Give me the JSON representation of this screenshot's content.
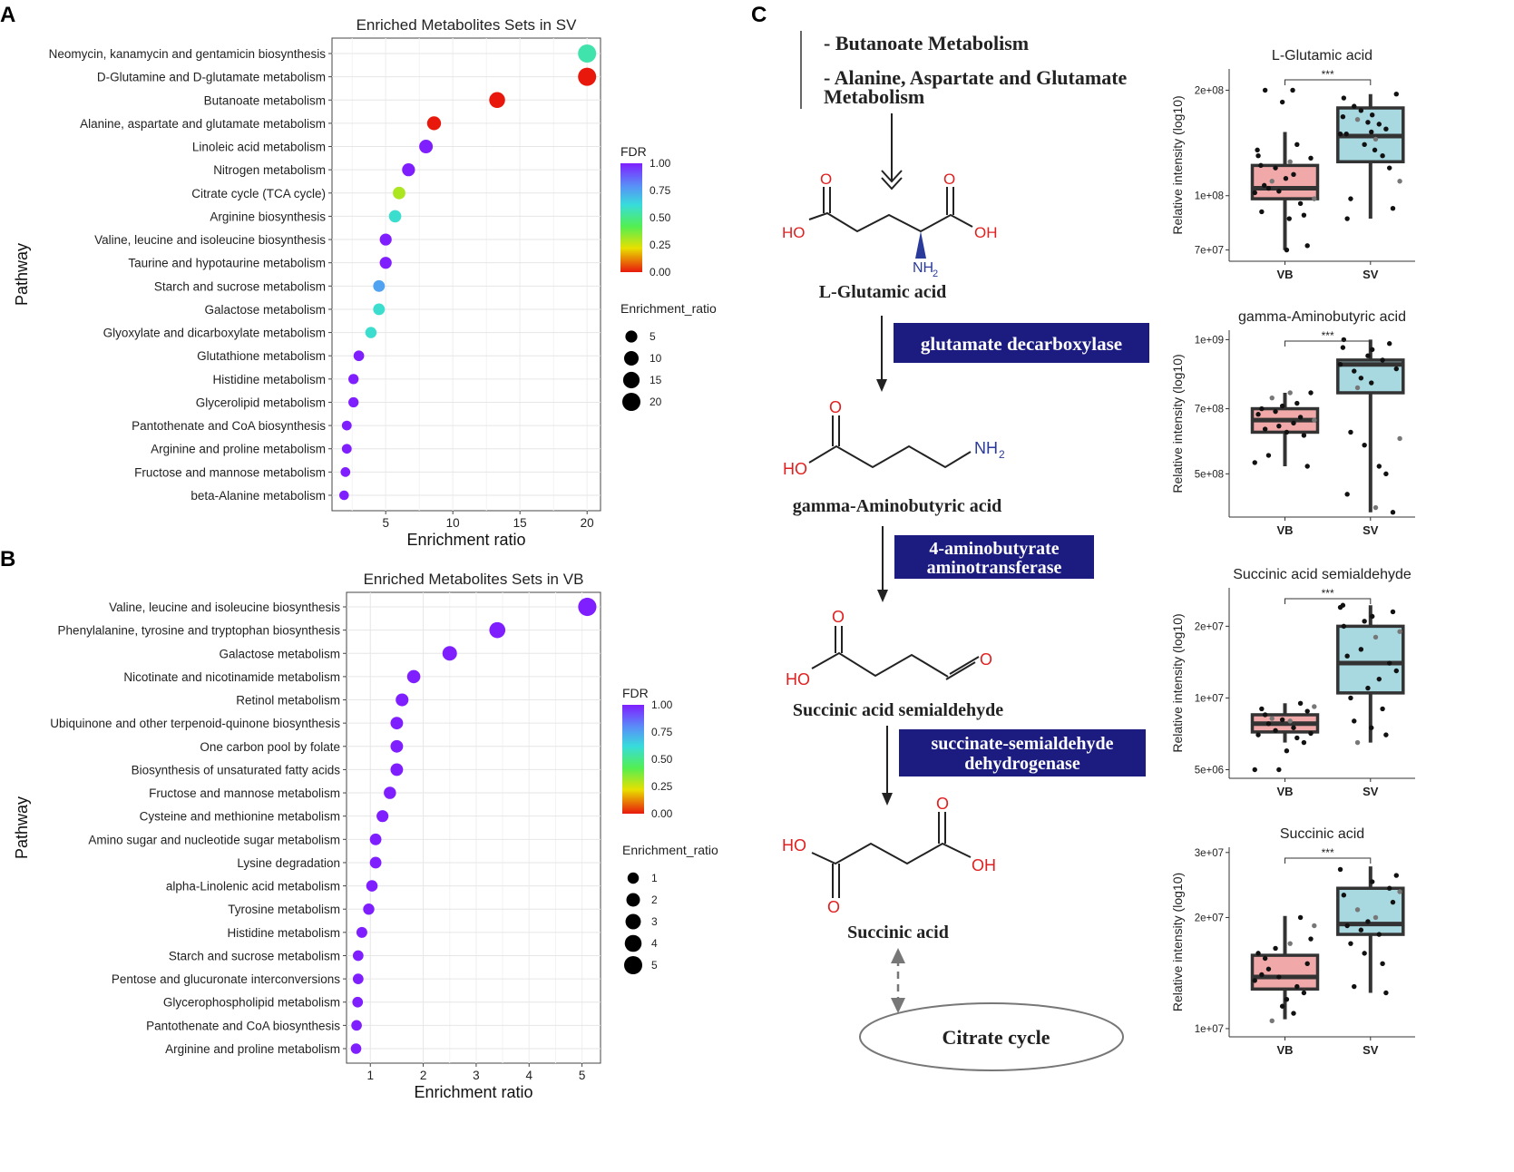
{
  "panel_labels": [
    "A",
    "B",
    "C"
  ],
  "chart_data": [
    {
      "id": "A",
      "type": "scatter",
      "title": "Enriched Metabolites Sets in SV",
      "xlabel": "Enrichment ratio",
      "ylabel": "Pathway",
      "xlim": [
        1,
        21
      ],
      "xticks": [
        5,
        10,
        15,
        20
      ],
      "grid": true,
      "categories": [
        "Neomycin, kanamycin and gentamicin biosynthesis",
        "D-Glutamine and D-glutamate metabolism",
        "Butanoate metabolism",
        "Alanine, aspartate and glutamate metabolism",
        "Linoleic acid metabolism",
        "Nitrogen metabolism",
        "Citrate cycle (TCA cycle)",
        "Arginine biosynthesis",
        "Valine, leucine and isoleucine biosynthesis",
        "Taurine and hypotaurine metabolism",
        "Starch and sucrose metabolism",
        "Galactose metabolism",
        "Glyoxylate and dicarboxylate metabolism",
        "Glutathione metabolism",
        "Histidine metabolism",
        "Glycerolipid metabolism",
        "Pantothenate and CoA biosynthesis",
        "Arginine and proline metabolism",
        "Fructose and mannose metabolism",
        "beta-Alanine metabolism"
      ],
      "x": [
        20,
        20,
        13.3,
        8.6,
        8.0,
        6.7,
        6.0,
        5.7,
        5.0,
        5.0,
        4.5,
        4.5,
        3.9,
        3.0,
        2.6,
        2.6,
        2.1,
        2.1,
        2.0,
        1.9
      ],
      "fdr": [
        0.55,
        0.0,
        0.0,
        0.0,
        1.0,
        1.0,
        0.3,
        0.6,
        1.0,
        1.0,
        0.75,
        0.6,
        0.6,
        1.0,
        1.0,
        1.0,
        1.0,
        1.0,
        1.0,
        1.0
      ],
      "fdr_legend": {
        "title": "FDR",
        "ticks": [
          "1.00",
          "0.75",
          "0.50",
          "0.25",
          "0.00"
        ]
      },
      "size_legend": {
        "title": "Enrichment_ratio",
        "values": [
          5,
          10,
          15,
          20
        ],
        "labels": [
          "5",
          "10",
          "15",
          "20"
        ]
      }
    },
    {
      "id": "B",
      "type": "scatter",
      "title": "Enriched Metabolites Sets in VB",
      "xlabel": "Enrichment ratio",
      "ylabel": "Pathway",
      "xlim": [
        0.55,
        5.35
      ],
      "xticks": [
        1,
        2,
        3,
        4,
        5
      ],
      "grid": true,
      "categories": [
        "Valine, leucine and isoleucine biosynthesis",
        "Phenylalanine, tyrosine and tryptophan biosynthesis",
        "Galactose metabolism",
        "Nicotinate and nicotinamide metabolism",
        "Retinol metabolism",
        "Ubiquinone and other terpenoid-quinone biosynthesis",
        "One carbon pool by folate",
        "Biosynthesis of unsaturated fatty acids",
        "Fructose and mannose metabolism",
        "Cysteine and methionine metabolism",
        "Amino sugar and nucleotide sugar metabolism",
        "Lysine degradation",
        "alpha-Linolenic acid metabolism",
        "Tyrosine metabolism",
        "Histidine metabolism",
        "Starch and sucrose metabolism",
        "Pentose and glucuronate interconversions",
        "Glycerophospholipid metabolism",
        "Pantothenate and CoA biosynthesis",
        "Arginine and proline metabolism"
      ],
      "x": [
        5.1,
        3.4,
        2.5,
        1.82,
        1.6,
        1.5,
        1.5,
        1.5,
        1.37,
        1.23,
        1.1,
        1.1,
        1.03,
        0.97,
        0.84,
        0.77,
        0.77,
        0.76,
        0.74,
        0.73
      ],
      "fdr": [
        1,
        1,
        1,
        1,
        1,
        1,
        1,
        1,
        1,
        1,
        1,
        1,
        1,
        1,
        1,
        1,
        1,
        1,
        1,
        1
      ],
      "fdr_legend": {
        "title": "FDR",
        "ticks": [
          "1.00",
          "0.75",
          "0.50",
          "0.25",
          "0.00"
        ]
      },
      "size_legend": {
        "title": "Enrichment_ratio",
        "values": [
          1,
          2,
          3,
          4,
          5
        ],
        "labels": [
          "1",
          "2",
          "3",
          "4",
          "5"
        ]
      }
    },
    {
      "id": "C1",
      "type": "box",
      "title": "L-Glutamic acid",
      "ylabel": "Relative intensity (log10)",
      "scale": "log",
      "ylim": [
        65000000.0,
        230000000.0
      ],
      "yticks": [
        70000000.0,
        100000000.0,
        200000000.0
      ],
      "ytick_labels": [
        "7e+07",
        "1e+08",
        "2e+08"
      ],
      "categories": [
        "VB",
        "SV"
      ],
      "significance": "***",
      "boxes": [
        {
          "group": "VB",
          "min": 70000000.0,
          "q1": 98000000.0,
          "median": 105000000.0,
          "q3": 122000000.0,
          "max": 152000000.0,
          "color": "#f0a8a8"
        },
        {
          "group": "SV",
          "min": 86000000.0,
          "q1": 125000000.0,
          "median": 148000000.0,
          "q3": 178000000.0,
          "max": 195000000.0,
          "color": "#a8d8e0"
        }
      ],
      "points": [
        [
          [
            102000000.0,
            70000000.0,
            130000000.0,
            125000000.0,
            90000000.0,
            115000000.0,
            200000000.0,
            140000000.0,
            105000000.0,
            95000000.0,
            110000000.0,
            88000000.0,
            120000000.0,
            72000000.0,
            103000000.0,
            128000000.0,
            185000000.0,
            98000000.0,
            112000000.0,
            135000000.0,
            86000000.0,
            122000000.0,
            200000000.0,
            107000000.0
          ]
        ],
        [
          [
            150000000.0,
            170000000.0,
            190000000.0,
            145000000.0,
            86000000.0,
            160000000.0,
            98000000.0,
            130000000.0,
            180000000.0,
            155000000.0,
            165000000.0,
            120000000.0,
            175000000.0,
            92000000.0,
            140000000.0,
            195000000.0,
            162000000.0,
            110000000.0,
            152000000.0,
            168000000.0,
            135000000.0,
            150000000.0
          ]
        ]
      ]
    },
    {
      "id": "C2",
      "type": "box",
      "title": "gamma-Aminobutyric acid",
      "ylabel": "Relative intensity (log10)",
      "scale": "log",
      "ylim": [
        400000000.0,
        1050000000.0
      ],
      "yticks": [
        500000000.0,
        700000000.0,
        1000000000.0
      ],
      "ytick_labels": [
        "5e+08",
        "7e+08",
        "1e+09"
      ],
      "categories": [
        "VB",
        "SV"
      ],
      "significance": "***",
      "boxes": [
        {
          "group": "VB",
          "min": 520000000.0,
          "q1": 620000000.0,
          "median": 660000000.0,
          "q3": 700000000.0,
          "max": 760000000.0,
          "color": "#f0a8a8"
        },
        {
          "group": "SV",
          "min": 410000000.0,
          "q1": 760000000.0,
          "median": 880000000.0,
          "q3": 900000000.0,
          "max": 1000000000.0,
          "color": "#a8d8e0"
        }
      ],
      "points": [
        [
          [
            530000000.0,
            620000000.0,
            680000000.0,
            760000000.0,
            700000000.0,
            650000000.0,
            630000000.0,
            720000000.0,
            550000000.0,
            670000000.0,
            740000000.0,
            610000000.0,
            690000000.0,
            520000000.0,
            640000000.0,
            760000000.0,
            710000000.0,
            660000000.0
          ]
        ],
        [
          [
            880000000.0,
            950000000.0,
            1000000000.0,
            420000000.0,
            450000000.0,
            520000000.0,
            620000000.0,
            900000000.0,
            850000000.0,
            500000000.0,
            780000000.0,
            980000000.0,
            820000000.0,
            410000000.0,
            580000000.0,
            860000000.0,
            920000000.0,
            600000000.0,
            800000000.0,
            960000000.0
          ]
        ]
      ]
    },
    {
      "id": "C3",
      "type": "box",
      "title": "Succinic acid semialdehyde",
      "ylabel": "Relative intensity (log10)",
      "scale": "log",
      "ylim": [
        4600000.0,
        29000000.0
      ],
      "yticks": [
        5000000.0,
        10000000.0,
        20000000.0
      ],
      "ytick_labels": [
        "5e+06",
        "1e+07",
        "2e+07"
      ],
      "categories": [
        "VB",
        "SV"
      ],
      "significance": "***",
      "boxes": [
        {
          "group": "VB",
          "min": 6500000.0,
          "q1": 7200000.0,
          "median": 7800000.0,
          "q3": 8500000.0,
          "max": 9500000.0,
          "color": "#f0a8a8"
        },
        {
          "group": "SV",
          "min": 6500000.0,
          "q1": 10500000.0,
          "median": 14000000.0,
          "q3": 20000000.0,
          "max": 24500000.0,
          "color": "#a8d8e0"
        }
      ],
      "points": [
        [
          [
            5000000.0,
            6000000.0,
            7000000.0,
            8000000.0,
            9000000.0,
            7500000.0,
            8500000.0,
            6800000.0,
            7800000.0,
            9500000.0,
            8200000.0,
            6500000.0,
            7300000.0,
            8800000.0,
            5000000.0,
            7100000.0,
            8100000.0,
            9200000.0
          ]
        ],
        [
          [
            24000000.0,
            22000000.0,
            20000000.0,
            18000000.0,
            15000000.0,
            12000000.0,
            10000000.0,
            9000000.0,
            8000000.0,
            7000000.0,
            6500000.0,
            14000000.0,
            16000000.0,
            23000000.0,
            21000000.0,
            13000000.0,
            11000000.0,
            19000000.0,
            7500000.0,
            24500000.0
          ]
        ]
      ]
    },
    {
      "id": "C4",
      "type": "box",
      "title": "Succinic acid",
      "ylabel": "Relative intensity (log10)",
      "scale": "log",
      "ylim": [
        9500000.0,
        31000000.0
      ],
      "yticks": [
        10000000.0,
        20000000.0,
        30000000.0
      ],
      "ytick_labels": [
        "1e+07",
        "2e+07",
        "3e+07"
      ],
      "categories": [
        "VB",
        "SV"
      ],
      "significance": "***",
      "boxes": [
        {
          "group": "VB",
          "min": 10600000.0,
          "q1": 12800000.0,
          "median": 13800000.0,
          "q3": 15800000.0,
          "max": 20200000.0,
          "color": "#f0a8a8"
        },
        {
          "group": "SV",
          "min": 12500000.0,
          "q1": 18000000.0,
          "median": 19200000.0,
          "q3": 24000000.0,
          "max": 27500000.0,
          "color": "#a8d8e0"
        }
      ],
      "points": [
        [
          [
            13500000.0,
            12000000.0,
            16000000.0,
            17000000.0,
            14000000.0,
            11000000.0,
            15500000.0,
            13000000.0,
            14500000.0,
            20000000.0,
            10500000.0,
            12500000.0,
            16500000.0,
            15000000.0,
            13800000.0,
            17500000.0,
            11500000.0,
            19000000.0
          ]
        ],
        [
          [
            27000000.0,
            25000000.0,
            23000000.0,
            20000000.0,
            19000000.0,
            18000000.0,
            17000000.0,
            15000000.0,
            13000000.0,
            12500000.0,
            21000000.0,
            24000000.0,
            18500000.0,
            22000000.0,
            16000000.0,
            26000000.0,
            19500000.0,
            23500000.0
          ]
        ]
      ]
    }
  ],
  "pathway_diagram": {
    "header_lines": [
      "- Butanoate Metabolism",
      "- Alanine, Aspartate and Glutamate",
      "Metabolism"
    ],
    "compounds": [
      "L-Glutamic acid",
      "gamma-Aminobutyric acid",
      "Succinic acid semialdehyde",
      "Succinic acid"
    ],
    "enzymes": [
      [
        "glutamate decarboxylase"
      ],
      [
        "4-aminobutyrate",
        "aminotransferase"
      ],
      [
        "succinate-semialdehyde",
        "dehydrogenase"
      ]
    ],
    "endpoint": "Citrate cycle",
    "atom_labels": {
      "O": "O",
      "HO": "HO",
      "OH": "OH",
      "NH2": "NH",
      "sub2": "2"
    },
    "colors": {
      "enzyme_box": "#1c1c80",
      "oxygen": "#e02020",
      "nitrogen": "#2a3a9a",
      "bond": "#222222"
    }
  }
}
